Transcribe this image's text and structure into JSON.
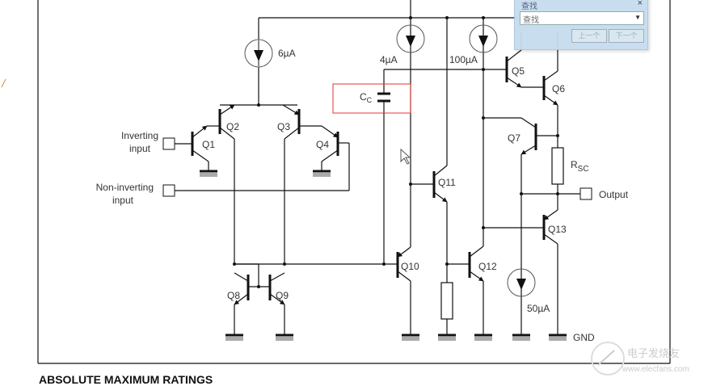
{
  "components": {
    "sources": [
      "6µA",
      "4µA",
      "100µA",
      "50µA"
    ],
    "transistors": [
      "Q1",
      "Q2",
      "Q3",
      "Q4",
      "Q5",
      "Q6",
      "Q7",
      "Q8",
      "Q9",
      "Q10",
      "Q11",
      "Q12",
      "Q13"
    ],
    "capacitor_main": "C",
    "capacitor_sub": "C",
    "resistor_main": "R",
    "resistor_sub": "SC"
  },
  "pins": {
    "inverting_line1": "Inverting",
    "inverting_line2": "input",
    "noninverting_line1": "Non-inverting",
    "noninverting_line2": "input",
    "output": "Output",
    "ground": "GND"
  },
  "section_heading": "ABSOLUTE MAXIMUM RATINGS",
  "find_dialog": {
    "title": "查找",
    "search_value": "查找",
    "prev_label": "上一个",
    "next_label": "下一个",
    "close": "×"
  },
  "watermark": {
    "text": "电子发烧友",
    "url_text": "www.elecfans.com"
  },
  "colors": {
    "highlight_box": "#e83030",
    "dialog_bg": "#c6ddef"
  }
}
